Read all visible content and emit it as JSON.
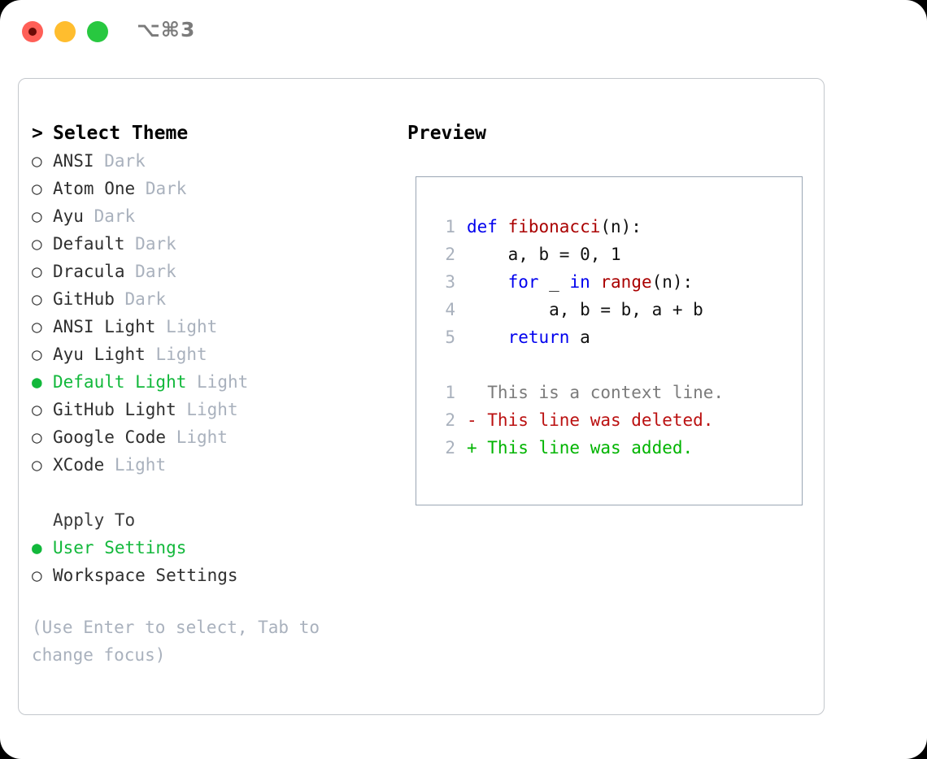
{
  "window": {
    "shortcut_label": "⌥⌘3",
    "traffic_lights": [
      "close",
      "minimize",
      "zoom"
    ]
  },
  "theme_list": {
    "header_marker": ">",
    "header_label": "Select Theme",
    "items": [
      {
        "marker": "○",
        "label": "ANSI",
        "tag": "Dark",
        "selected": false
      },
      {
        "marker": "○",
        "label": "Atom One",
        "tag": "Dark",
        "selected": false
      },
      {
        "marker": "○",
        "label": "Ayu",
        "tag": "Dark",
        "selected": false
      },
      {
        "marker": "○",
        "label": "Default",
        "tag": "Dark",
        "selected": false
      },
      {
        "marker": "○",
        "label": "Dracula",
        "tag": "Dark",
        "selected": false
      },
      {
        "marker": "○",
        "label": "GitHub",
        "tag": "Dark",
        "selected": false
      },
      {
        "marker": "○",
        "label": "ANSI Light",
        "tag": "Light",
        "selected": false
      },
      {
        "marker": "○",
        "label": "Ayu Light",
        "tag": "Light",
        "selected": false
      },
      {
        "marker": "●",
        "label": "Default Light",
        "tag": "Light",
        "selected": true
      },
      {
        "marker": "○",
        "label": "GitHub Light",
        "tag": "Light",
        "selected": false
      },
      {
        "marker": "○",
        "label": "Google Code",
        "tag": "Light",
        "selected": false
      },
      {
        "marker": "○",
        "label": "XCode",
        "tag": "Light",
        "selected": false
      }
    ]
  },
  "apply_to": {
    "header_label": "Apply To",
    "items": [
      {
        "marker": "●",
        "label": "User Settings",
        "selected": true
      },
      {
        "marker": "○",
        "label": "Workspace Settings",
        "selected": false
      }
    ]
  },
  "hint": {
    "text": "(Use Enter to select, Tab to change focus)"
  },
  "preview": {
    "title": "Preview",
    "code_lines": [
      {
        "no": "1",
        "tokens": [
          {
            "t": "def ",
            "c": "kw"
          },
          {
            "t": "fibonacci",
            "c": "fn"
          },
          {
            "t": "(n):",
            "c": "txt"
          }
        ]
      },
      {
        "no": "2",
        "tokens": [
          {
            "t": "    a, b = 0, 1",
            "c": "txt"
          }
        ]
      },
      {
        "no": "3",
        "tokens": [
          {
            "t": "    ",
            "c": "txt"
          },
          {
            "t": "for",
            "c": "kw"
          },
          {
            "t": " _ ",
            "c": "txt"
          },
          {
            "t": "in ",
            "c": "kw"
          },
          {
            "t": "range",
            "c": "fn"
          },
          {
            "t": "(n):",
            "c": "txt"
          }
        ]
      },
      {
        "no": "4",
        "tokens": [
          {
            "t": "        a, b = b, a + b",
            "c": "txt"
          }
        ]
      },
      {
        "no": "5",
        "tokens": [
          {
            "t": "    ",
            "c": "txt"
          },
          {
            "t": "return",
            "c": "kw"
          },
          {
            "t": " a",
            "c": "txt"
          }
        ]
      }
    ],
    "diff_lines": [
      {
        "no": "1",
        "tokens": [
          {
            "t": "  This is a context line.",
            "c": "ctx"
          }
        ]
      },
      {
        "no": "2",
        "tokens": [
          {
            "t": "- This line was deleted.",
            "c": "del"
          }
        ]
      },
      {
        "no": "2",
        "tokens": [
          {
            "t": "+ This line was added.",
            "c": "add"
          }
        ]
      }
    ]
  },
  "colors": {
    "accent_green": "#12b83b",
    "muted": "#a9b1bd",
    "keyword": "#0000ee",
    "function": "#aa0000",
    "deleted": "#bb1111",
    "added": "#00b400"
  }
}
